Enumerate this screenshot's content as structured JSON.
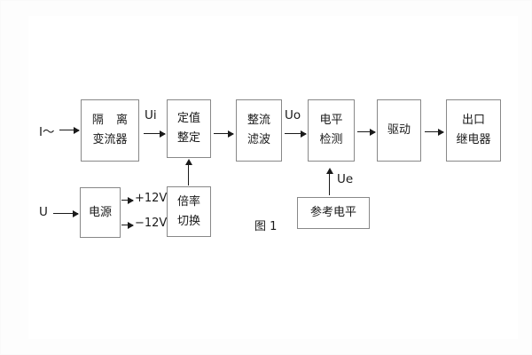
{
  "figure": {
    "caption": "图 1",
    "blocks": [
      {
        "id": "isolation-transformer",
        "lines": [
          "隔 离",
          "变流器"
        ]
      },
      {
        "id": "setting-value",
        "lines": [
          "定值",
          "整定"
        ]
      },
      {
        "id": "rectify-filter",
        "lines": [
          "整流",
          "滤波"
        ]
      },
      {
        "id": "level-detect",
        "lines": [
          "电平",
          "检测"
        ]
      },
      {
        "id": "drive",
        "lines": [
          "驱动"
        ]
      },
      {
        "id": "output-relay",
        "lines": [
          "出口",
          "继电器"
        ]
      },
      {
        "id": "power-supply",
        "lines": [
          "电源"
        ]
      },
      {
        "id": "multiplier-switch",
        "lines": [
          "倍率",
          "切换"
        ]
      },
      {
        "id": "reference-level",
        "lines": [
          "参考电平"
        ]
      }
    ],
    "signals": {
      "current_input": "I～",
      "voltage_input": "U",
      "ui": "Ui",
      "uo": "Uo",
      "ue": "Ue",
      "rail_positive": "+12V",
      "rail_negative": "−12V"
    },
    "colors": {
      "box_border": "#888888",
      "line": "#1a1a1a",
      "text": "#1a1a1a",
      "background": "#ffffff"
    }
  }
}
